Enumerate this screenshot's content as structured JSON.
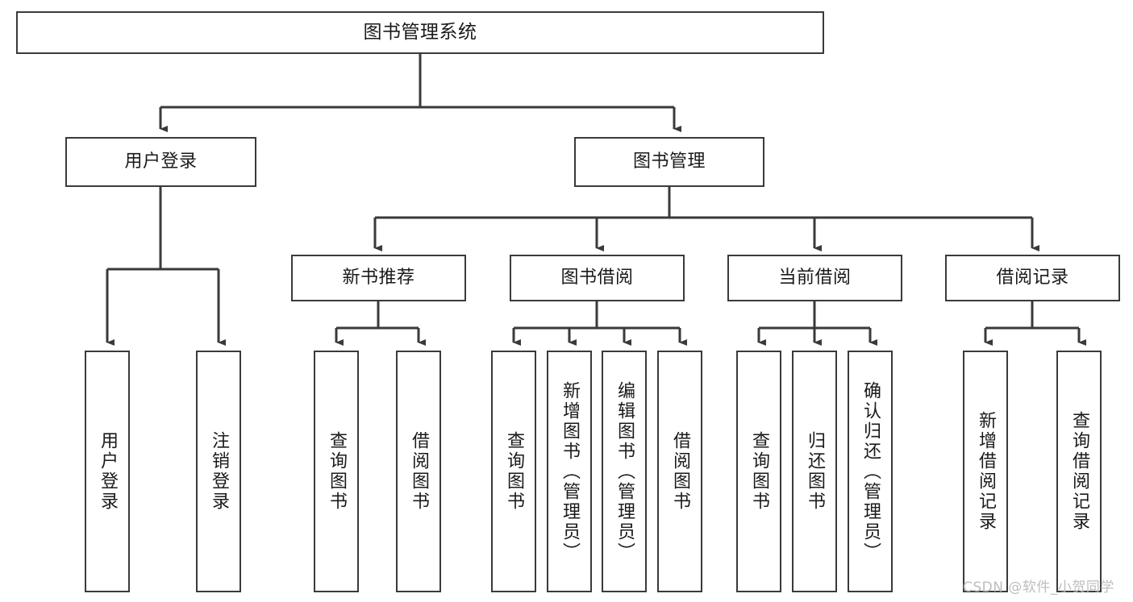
{
  "diagram": {
    "title": "图书管理系统",
    "type": "tree-hierarchy",
    "root": {
      "label": "图书管理系统"
    },
    "level2": [
      {
        "label": "用户登录"
      },
      {
        "label": "图书管理"
      }
    ],
    "level3": [
      {
        "label": "新书推荐"
      },
      {
        "label": "图书借阅"
      },
      {
        "label": "当前借阅"
      },
      {
        "label": "借阅记录"
      }
    ],
    "leaves": {
      "user_login": [
        {
          "label": "用户登录"
        },
        {
          "label": "注销登录"
        }
      ],
      "new_book_recommend": [
        {
          "label": "查询图书"
        },
        {
          "label": "借阅图书"
        }
      ],
      "book_borrow": [
        {
          "label": "查询图书"
        },
        {
          "label": "新增图书（管理员）"
        },
        {
          "label": "编辑图书（管理员）"
        },
        {
          "label": "借阅图书"
        }
      ],
      "current_borrow": [
        {
          "label": "查询图书"
        },
        {
          "label": "归还图书"
        },
        {
          "label": "确认归还（管理员）"
        }
      ],
      "borrow_record": [
        {
          "label": "新增借阅记录"
        },
        {
          "label": "查询借阅记录"
        }
      ]
    }
  },
  "watermark": {
    "text": "CSDN @软件_小贺同学"
  },
  "colors": {
    "box_border": "#3a3a3a",
    "background": "#ffffff",
    "text": "#1a1a1a",
    "watermark": "#bdbdbd"
  }
}
